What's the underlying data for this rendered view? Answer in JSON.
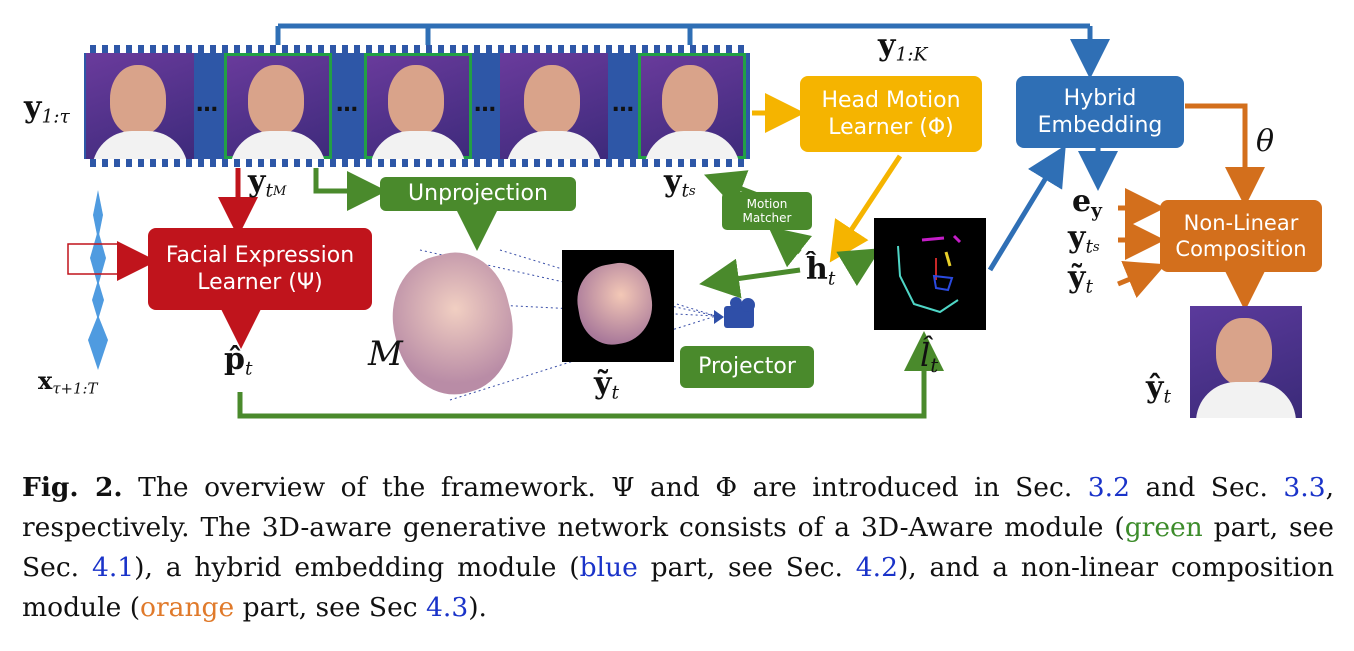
{
  "figure": {
    "boxes": {
      "head_motion": [
        "Head Motion",
        "Learner (Φ)"
      ],
      "hybrid": [
        "Hybrid",
        "Embedding"
      ],
      "nonlinear": [
        "Non-Linear",
        "Composition"
      ],
      "facial": [
        "Facial Expression",
        "Learner (Ψ)"
      ],
      "unprojection": "Unprojection",
      "motion_matcher": [
        "Motion",
        "Matcher"
      ],
      "projector": "Projector"
    },
    "math": {
      "y1tau": "y",
      "y1tau_sub": "1:τ",
      "y1K": "y",
      "y1K_sub": "1:K",
      "ytM": "y",
      "ytM_sub": "t",
      "ytM_subsub": "M",
      "yts": "y",
      "yts_sub": "t",
      "yts_subsub": "s",
      "theta": "θ",
      "ey": "e",
      "ey_sub": "y",
      "yts2": "y",
      "yts2_sub": "t",
      "yts2_subsub": "s",
      "ytilde": "ỹ",
      "ytilde_sub": "t",
      "ht": "ĥ",
      "ht_sub": "t",
      "lt": "l̂",
      "lt_sub": "t",
      "pt": "p̂",
      "pt_sub": "t",
      "M": "M",
      "ytilde2": "ỹ",
      "ytilde2_sub": "t",
      "yhat": "ŷ",
      "yhat_sub": "t",
      "x": "x",
      "x_sub": "τ+1:T",
      "dots": "…"
    },
    "colors": {
      "red": "#c0141c",
      "orange": "#d36f1c",
      "yellow": "#f5b400",
      "blue": "#2f6fb5",
      "green": "#4a8a2c",
      "film": "#2e57a7"
    }
  },
  "caption": {
    "fig_label": "Fig. 2.",
    "t1": " The overview of the framework. Ψ and Φ are introduced in Sec. ",
    "ref1": "3.2",
    "t2": " and Sec. ",
    "ref2": "3.3",
    "t3": ", respectively. The 3D-aware generative network consists of a 3D-Aware module (",
    "green": "green",
    "t4": " part, see Sec. ",
    "ref3": "4.1",
    "t5": "), a hybrid embedding module (",
    "blue": "blue",
    "t6": " part, see Sec. ",
    "ref4": "4.2",
    "t7": "), and a non-linear composition module (",
    "orange": "orange",
    "t8": " part, see Sec ",
    "ref5": "4.3",
    "t9": ")."
  }
}
